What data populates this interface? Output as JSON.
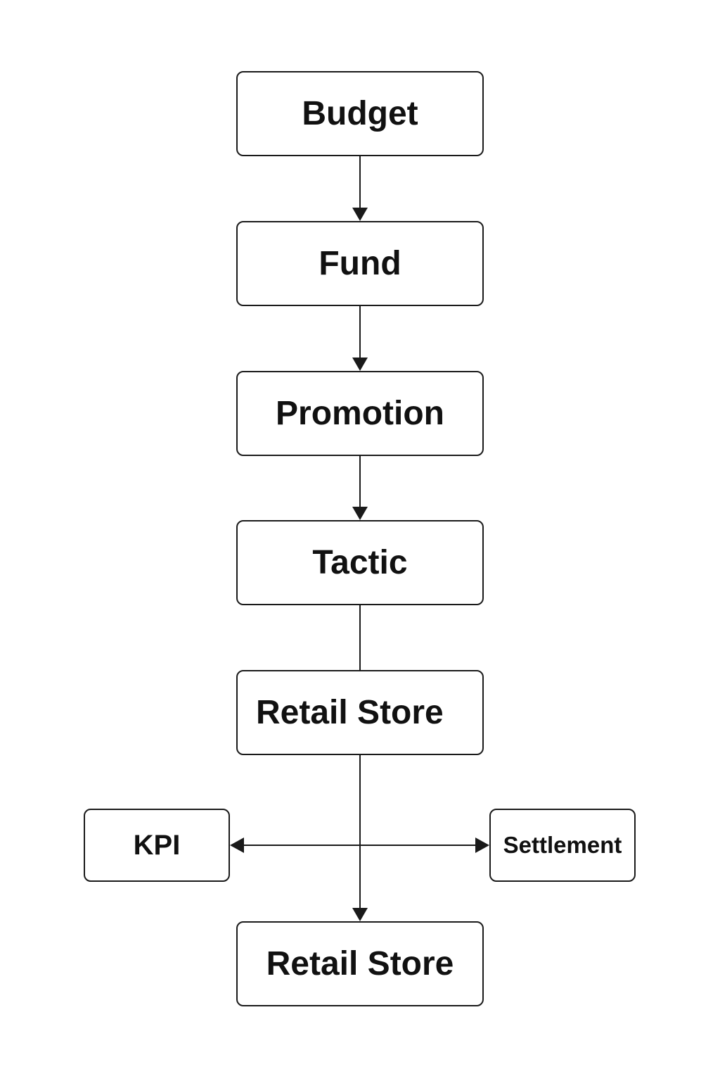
{
  "diagram": {
    "nodes": {
      "budget": "Budget",
      "fund": "Fund",
      "promotion": "Promotion",
      "tactic": "Tactic",
      "retail_store_1": "Retail Store",
      "kpi": "KPI",
      "settlement": "Settlement",
      "retail_store_2": "Retail Store"
    }
  }
}
